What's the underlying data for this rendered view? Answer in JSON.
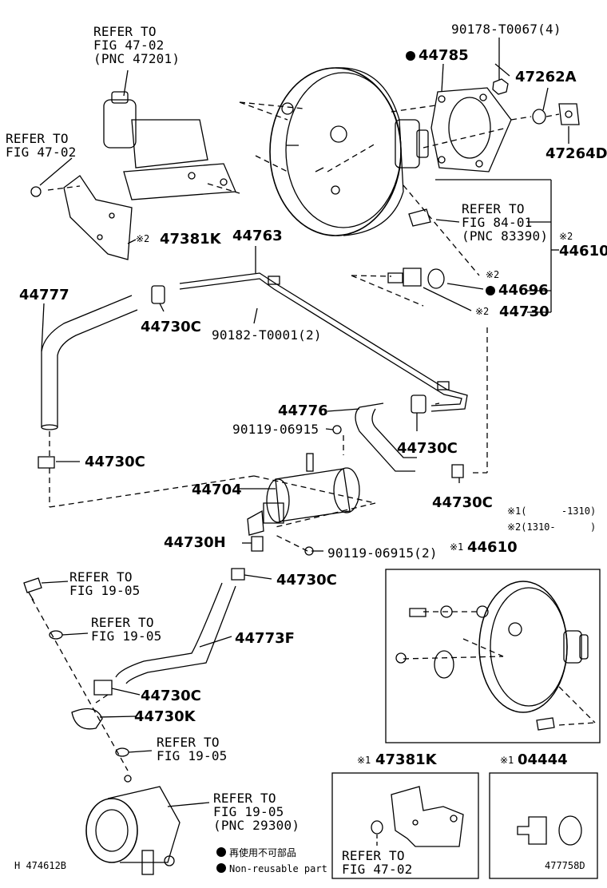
{
  "labels": {
    "ref_47_02_top": "REFER TO\nFIG 47-02\n(PNC 47201)",
    "ref_47_02_left": "REFER TO\nFIG 47-02",
    "p90178": "90178-T0067(4)",
    "p44785": "44785",
    "p47262A": "47262A",
    "p47264D": "47264D",
    "p47381K_mark": "※2",
    "p47381K": "47381K",
    "p44763": "44763",
    "ref_84_01": "REFER TO\nFIG 84-01\n(PNC 83390)",
    "mark_44610": "※2",
    "p44610_main": "44610",
    "mark_44696": "※2",
    "p44696": "44696",
    "mark_44730": "※2",
    "p44730": "44730",
    "p44777": "44777",
    "p44730C_a": "44730C",
    "p90182": "90182-T0001(2)",
    "p44776": "44776",
    "p90119_a": "90119-06915",
    "p44730C_b": "44730C",
    "p44730C_c": "44730C",
    "p44704": "44704",
    "p44730C_d": "44730C",
    "legend_range": "※1(      -1310)\n※2(1310-      )",
    "p44730H": "44730H",
    "p90119_b": "90119-06915(2)",
    "mark_44610_b": "※1",
    "p44610_b": "44610",
    "ref_19_05_a": "REFER TO\nFIG 19-05",
    "p44730C_e": "44730C",
    "ref_19_05_b": "REFER TO\nFIG 19-05",
    "p44773F": "44773F",
    "p44730C_f": "44730C",
    "p44730K": "44730K",
    "ref_19_05_c": "REFER TO\nFIG 19-05",
    "mark_47381K_b": "※1",
    "p47381K_b": "47381K",
    "mark_04444": "※1",
    "p04444": "04444",
    "ref_19_05_pnc": "REFER TO\nFIG 19-05\n(PNC 29300)",
    "note_jp": "再使用不可部品",
    "note_en": "Non-reusable part",
    "ref_47_02_bottom": "REFER TO\nFIG 47-02",
    "code_left": "H 474612B",
    "code_right": "477758D"
  }
}
